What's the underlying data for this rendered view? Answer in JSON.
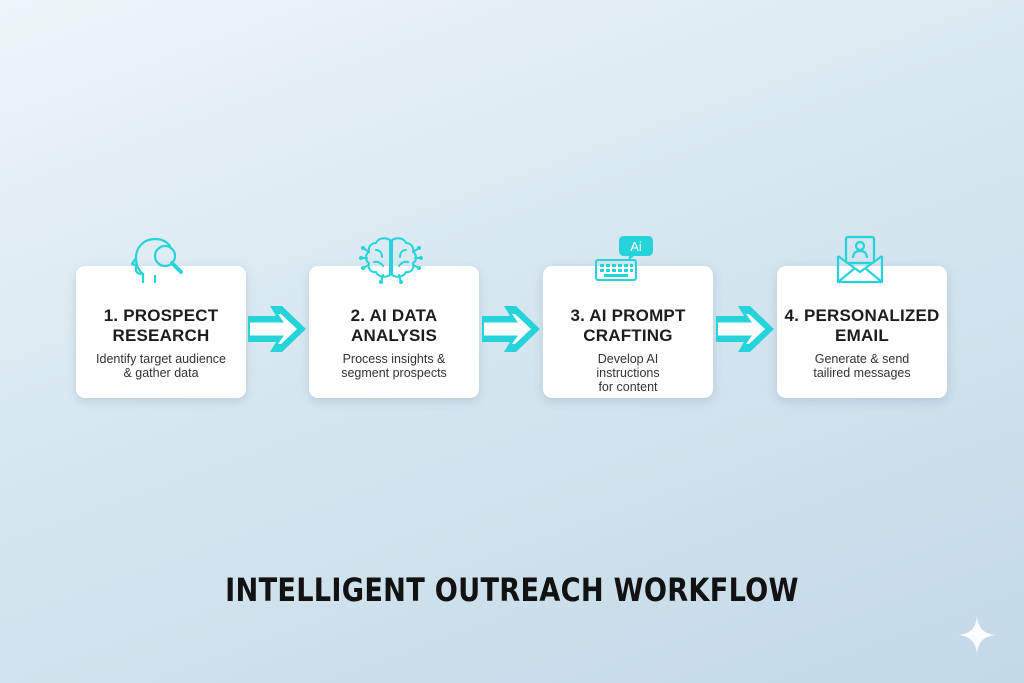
{
  "title": "INTELLIGENT OUTREACH WORKFLOW",
  "accent_color": "#27d3db",
  "steps": [
    {
      "title": "1. PROSPECT\nRESEARCH",
      "description": "Identify target audience\n& gather data",
      "icon": "person-search-icon"
    },
    {
      "title": "2. AI DATA\nANALYSIS",
      "description": "Process insights &\nsegment prospects",
      "icon": "ai-brain-icon"
    },
    {
      "title": "3. AI PROMPT\nCRAFTING",
      "description": "Develop AI\ninstructions\nfor content",
      "icon": "keyboard-ai-bubble-icon",
      "icon_label": "Ai"
    },
    {
      "title": "4. PERSONALIZED\nEMAIL",
      "description": "Generate & send\ntailired messages",
      "icon": "envelope-profile-icon"
    }
  ],
  "connector_icon": "double-chevron-arrow-icon",
  "corner_icon": "sparkle-icon"
}
